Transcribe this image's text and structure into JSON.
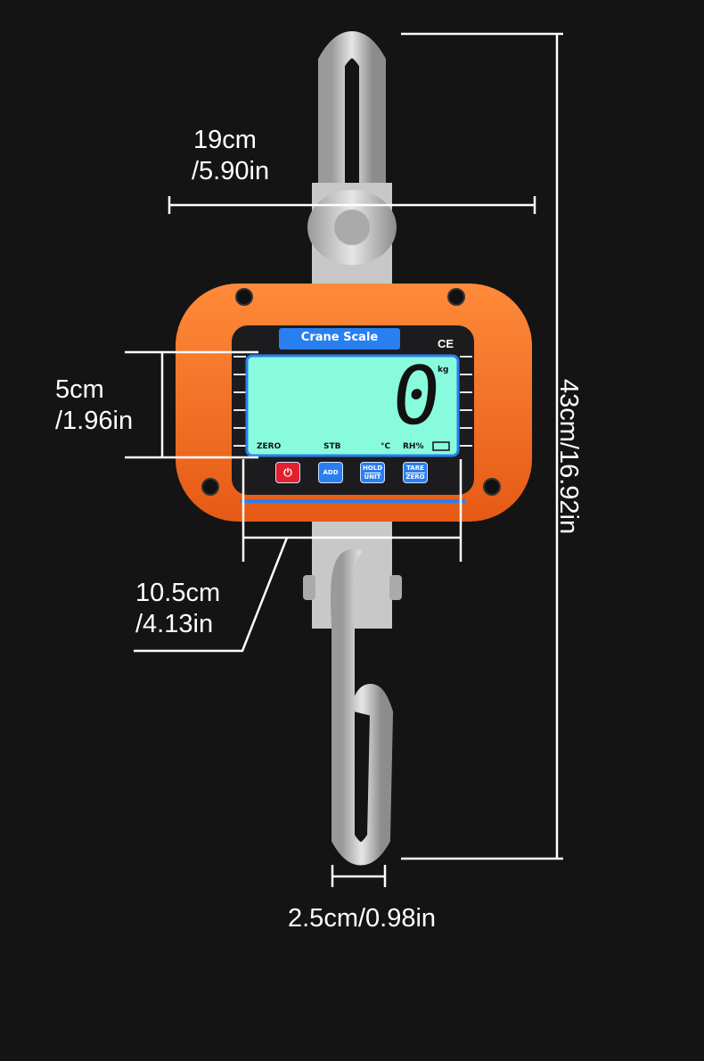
{
  "product": {
    "brand_label": "Crane Scale",
    "certification_mark": "CE",
    "display": {
      "reading": "0",
      "unit": "kg",
      "indicators": [
        "ZERO",
        "STB",
        "°C",
        "RH%"
      ]
    },
    "buttons": [
      {
        "name": "power",
        "label": "⏻"
      },
      {
        "name": "add",
        "label": "ADD"
      },
      {
        "name": "hold-unit",
        "label_top": "HOLD",
        "label_bottom": "UNIT"
      },
      {
        "name": "tare-zero",
        "label_top": "TARE",
        "label_bottom": "ZERO"
      }
    ]
  },
  "dimensions": {
    "width": {
      "metric": "19cm",
      "imperial": "/5.90in"
    },
    "height": {
      "text": "43cm/16.92in"
    },
    "screen_height": {
      "metric": "5cm",
      "imperial": "/1.96in"
    },
    "screen_width": {
      "metric": "10.5cm",
      "imperial": "/4.13in"
    },
    "hook_width": {
      "text": "2.5cm/0.98in"
    }
  },
  "colors": {
    "background": "#141414",
    "body_orange": "#f06a22",
    "screen": "#88fbdc",
    "label_blue": "#2a7ff0",
    "power_red": "#e3202e"
  }
}
